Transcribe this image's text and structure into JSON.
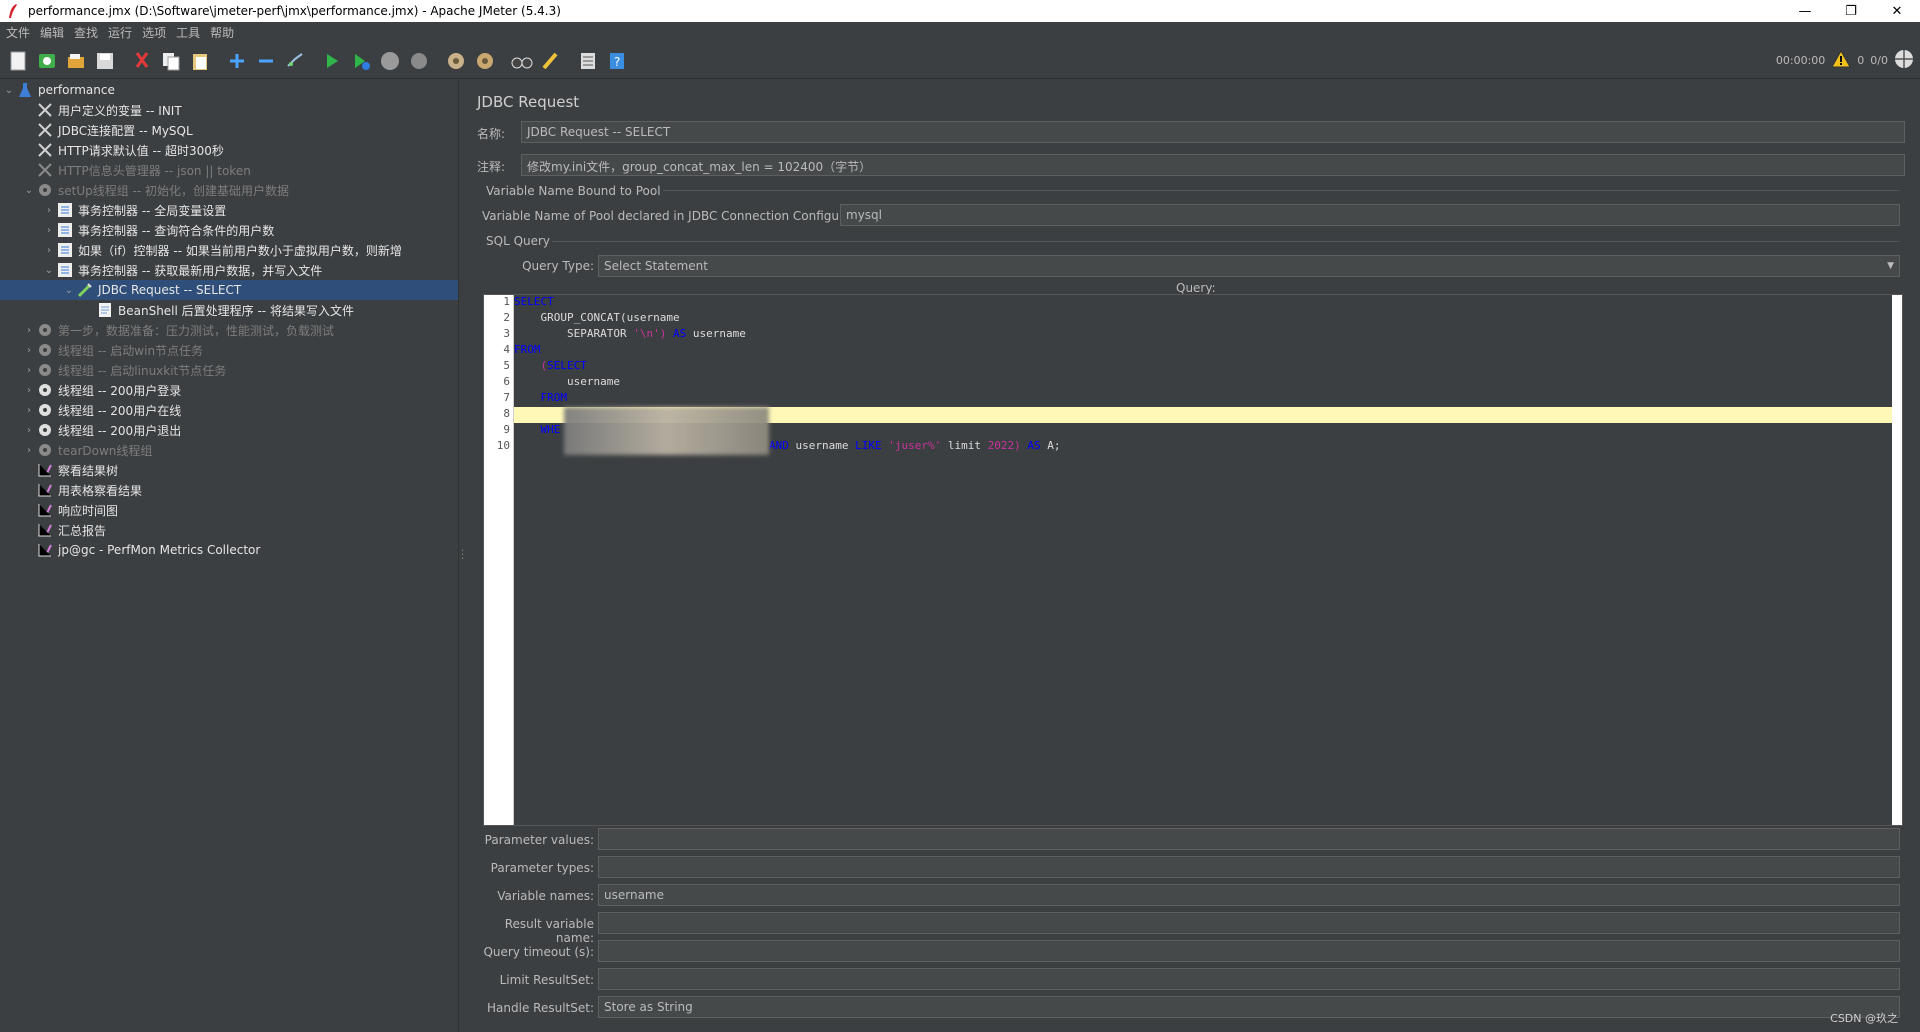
{
  "window": {
    "title": "performance.jmx (D:\\Software\\jmeter-perf\\jmx\\performance.jmx) - Apache JMeter (5.4.3)",
    "minimize": "—",
    "maximize": "❐",
    "close": "✕"
  },
  "menu": [
    "文件",
    "编辑",
    "查找",
    "运行",
    "选项",
    "工具",
    "帮助"
  ],
  "status": {
    "timer": "00:00:00",
    "warnings": "0",
    "threads": "0/0"
  },
  "tree": [
    {
      "label": "performance",
      "disabled": false
    },
    {
      "label": "用户定义的变量 -- INIT",
      "disabled": false
    },
    {
      "label": "JDBC连接配置 -- MySQL",
      "disabled": false
    },
    {
      "label": "HTTP请求默认值 -- 超时300秒",
      "disabled": false
    },
    {
      "label": "HTTP信息头管理器 -- json || token",
      "disabled": true
    },
    {
      "label": "setUp线程组 -- 初始化，创建基础用户数据",
      "disabled": true
    },
    {
      "label": "事务控制器 -- 全局变量设置",
      "disabled": false
    },
    {
      "label": "事务控制器 -- 查询符合条件的用户数",
      "disabled": false
    },
    {
      "label": "如果（if）控制器 -- 如果当前用户数小于虚拟用户数，则新增",
      "disabled": false
    },
    {
      "label": "事务控制器 -- 获取最新用户数据，并写入文件",
      "disabled": false
    },
    {
      "label": "JDBC Request -- SELECT",
      "disabled": false
    },
    {
      "label": "BeanShell 后置处理程序 -- 将结果写入文件",
      "disabled": false
    },
    {
      "label": "第一步，数据准备：压力测试，性能测试，负载测试",
      "disabled": true
    },
    {
      "label": "线程组 -- 启动win节点任务",
      "disabled": true
    },
    {
      "label": "线程组 -- 启动linuxkit节点任务",
      "disabled": true
    },
    {
      "label": "线程组 -- 200用户登录",
      "disabled": false
    },
    {
      "label": "线程组 -- 200用户在线",
      "disabled": false
    },
    {
      "label": "线程组 -- 200用户退出",
      "disabled": false
    },
    {
      "label": "tearDown线程组",
      "disabled": true
    },
    {
      "label": "察看结果树",
      "disabled": false
    },
    {
      "label": "用表格察看结果",
      "disabled": false
    },
    {
      "label": "响应时间图",
      "disabled": false
    },
    {
      "label": "汇总报告",
      "disabled": false
    },
    {
      "label": "jp@gc - PerfMon Metrics Collector",
      "disabled": false
    }
  ],
  "panel": {
    "heading": "JDBC Request",
    "name_label": "名称:",
    "name_value": "JDBC Request -- SELECT",
    "comment_label": "注释:",
    "comment_value": "修改my.ini文件，group_concat_max_len = 102400（字节）",
    "pool_group": "Variable Name Bound to Pool",
    "pool_label": "Variable Name of Pool declared in JDBC Connection Configuration:",
    "pool_value": "mysql",
    "sql_group": "SQL Query",
    "query_type_label": "Query Type:",
    "query_type_value": "Select Statement",
    "query_label": "Query:",
    "params": [
      {
        "label": "Parameter values:",
        "value": ""
      },
      {
        "label": "Parameter types:",
        "value": ""
      },
      {
        "label": "Variable names:",
        "value": "username"
      },
      {
        "label": "Result variable name:",
        "value": ""
      },
      {
        "label": "Query timeout (s):",
        "value": ""
      },
      {
        "label": "Limit ResultSet:",
        "value": ""
      },
      {
        "label": "Handle ResultSet:",
        "value": "Store as String"
      }
    ]
  },
  "code": {
    "line_numbers": [
      "1",
      "2",
      "3",
      "4",
      "5",
      "6",
      "7",
      "8",
      "9",
      "10"
    ],
    "l1_kw": "SELECT",
    "l2": "    GROUP_CONCAT(username",
    "l3_a": "        SEPARATOR ",
    "l3_str": "'\\n')",
    "l3_kw": " AS",
    "l3_b": " username",
    "l4_kw": "FROM",
    "l5_paren": "    (",
    "l5_kw": "SELECT",
    "l6": "        username",
    "l7_kw": "    FROM",
    "l9_kw": "    WHE",
    "l10_kw1": "AND",
    "l10_a": " username ",
    "l10_kw2": "LIKE",
    "l10_str": " 'juser%'",
    "l10_b": " limit ",
    "l10_num": "2022)",
    "l10_kw3": " AS",
    "l10_c": " A;"
  },
  "watermark": "CSDN @玖之"
}
